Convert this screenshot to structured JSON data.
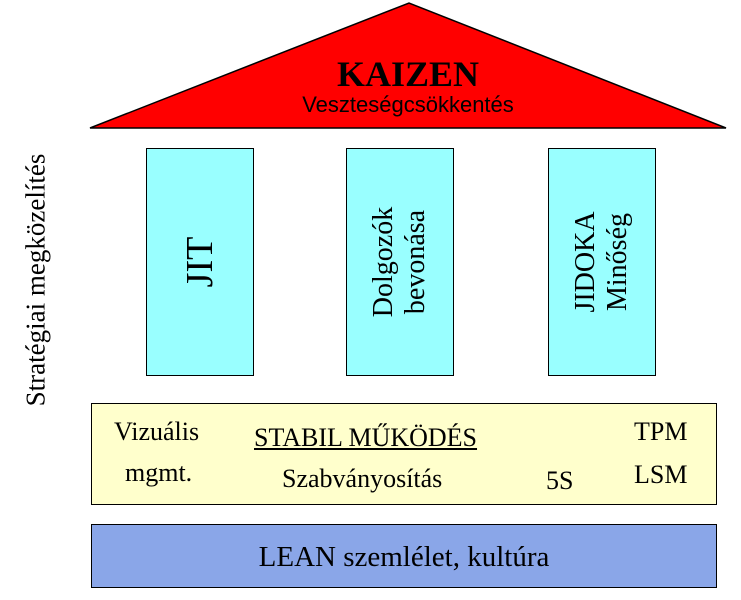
{
  "side_label": "Stratégiai megközelítés",
  "roof": {
    "title": "KAIZEN",
    "subtitle": "Veszteségcsökkentés",
    "color": "#ff0000"
  },
  "pillars": [
    {
      "lines": [
        "JIT"
      ]
    },
    {
      "lines": [
        "Dolgozók",
        "bevonása"
      ]
    },
    {
      "lines": [
        "JIDOKA",
        "Minőség"
      ]
    }
  ],
  "pillar_color": "#99ffff",
  "stable_block": {
    "heading": "STABIL MŰKÖDÉS",
    "left_line1": "Vizuális",
    "left_line2": "mgmt.",
    "center": "Szabványosítás",
    "item_5s": "5S",
    "right_line1": "TPM",
    "right_line2": "LSM",
    "color": "#ffffcc"
  },
  "base": {
    "label": "LEAN szemlélet, kultúra",
    "color": "#8aa6e8"
  }
}
